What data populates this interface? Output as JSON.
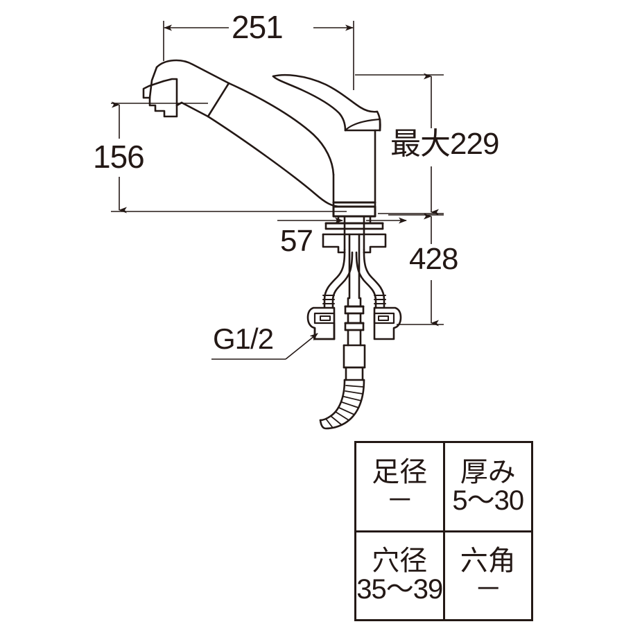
{
  "drawing": {
    "title": "kitchen-faucet-dimension-drawing",
    "line_color": "#231815",
    "background": "#ffffff",
    "product": "single-lever pull-out spray kitchen faucet"
  },
  "dimensions": {
    "width_top": "251",
    "spout_height": "156",
    "max_height": "最大229",
    "shank_diameter": "57",
    "supply_length": "428",
    "thread_callout": "G1/2"
  },
  "spec_table": {
    "rows": [
      [
        {
          "head": "足径",
          "value": "－"
        },
        {
          "head": "厚み",
          "value": "5～30"
        }
      ],
      [
        {
          "head": "穴径",
          "value": "35～39"
        },
        {
          "head": "六角",
          "value": "－"
        }
      ]
    ]
  }
}
